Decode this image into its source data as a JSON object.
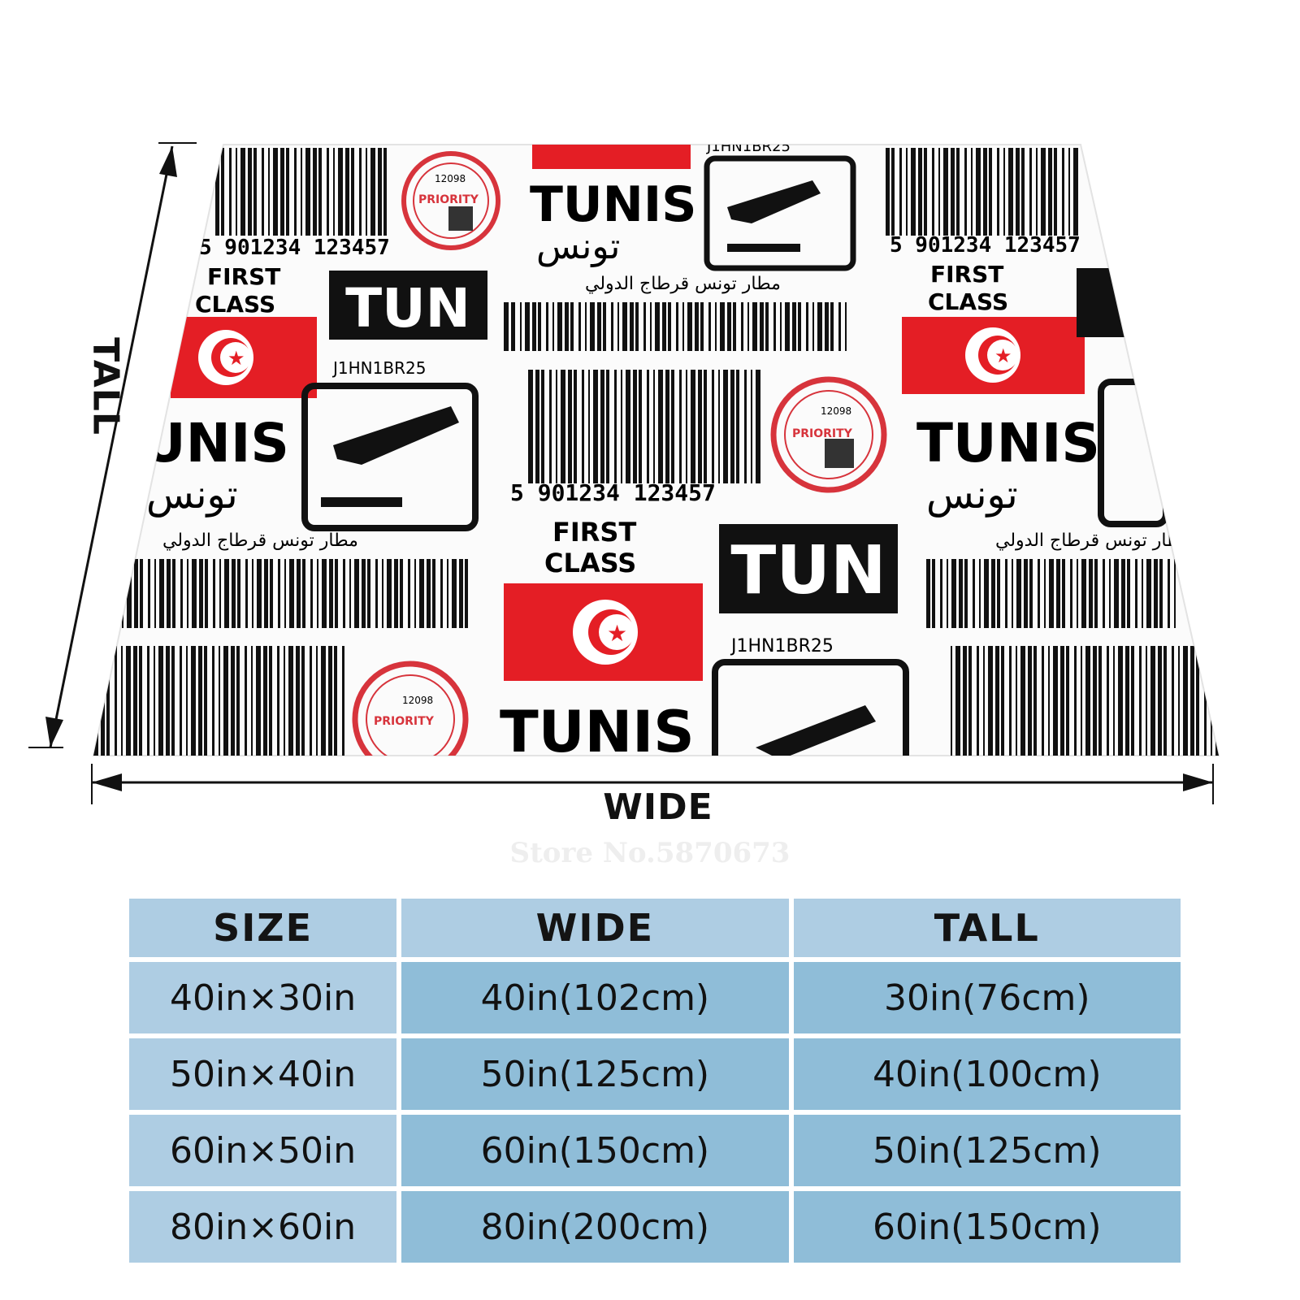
{
  "blanket": {
    "tiles": {
      "city": "TUNIS",
      "city_arabic": "تونس",
      "airport_arabic": "مطار تونس قرطاج الدولي",
      "code": "TUN",
      "class_line1": "FIRST",
      "class_line2": "CLASS",
      "ref": "J1HN1BR25",
      "barcode_number": "5 901234 123457",
      "stamp_number": "12098",
      "stamp_text": "PRIORITY"
    },
    "colors": {
      "flag_red": "#e41e25",
      "ink": "#111111"
    }
  },
  "dimensions": {
    "wide": "WIDE",
    "tall": "TALL"
  },
  "watermark": "Store No.5870673",
  "size_table": {
    "headers": [
      "SIZE",
      "WIDE",
      "TALL"
    ],
    "rows": [
      [
        "40in×30in",
        "40in(102cm)",
        "30in(76cm)"
      ],
      [
        "50in×40in",
        "50in(125cm)",
        "40in(100cm)"
      ],
      [
        "60in×50in",
        "60in(150cm)",
        "50in(125cm)"
      ],
      [
        "80in×60in",
        "80in(200cm)",
        "60in(150cm)"
      ]
    ],
    "colors": {
      "header_bg": "#aecde3",
      "cell_bg": "#8fbdd8"
    }
  }
}
